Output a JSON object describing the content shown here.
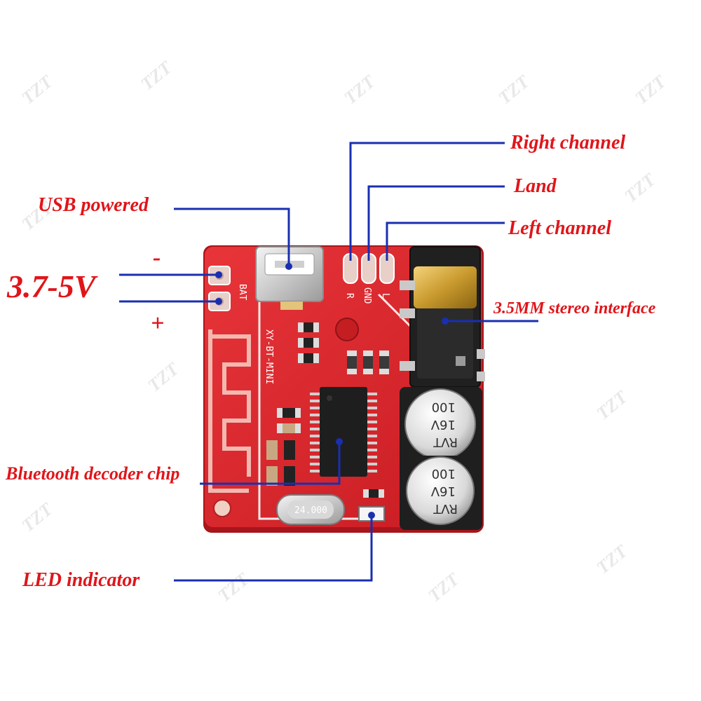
{
  "watermark": "TZT",
  "labels": {
    "right_channel": "Right channel",
    "land": "Land",
    "usb_powered": "USB powered",
    "left_channel": "Left channel",
    "minus": "-",
    "voltage": "3.7-5V",
    "plus": "+",
    "stereo_interface": "3.5MM stereo interface",
    "decoder_chip": "Bluetooth decoder chip",
    "led_indicator": "LED indicator"
  },
  "board": {
    "model": "XY-BT-MINI",
    "bat_label": "BAT",
    "audio_pins": [
      "R",
      "GND",
      "L"
    ],
    "capacitor_text": [
      "RVT",
      "16V",
      "100"
    ],
    "crystal_text": "24.000"
  },
  "colors": {
    "label": "#e0151a",
    "leader": "#1a2fb0",
    "pcb": "#d8262b",
    "pcb_dark": "#a8151a"
  }
}
